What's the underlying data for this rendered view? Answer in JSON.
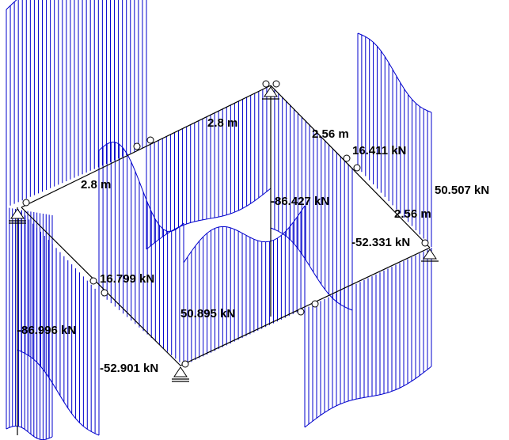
{
  "labels": {
    "dim_left_front": "2.8 m",
    "dim_left_back": "2.8 m",
    "dim_right_back": "2.56 m",
    "dim_right_front": "2.56 m",
    "force_col_left": "-86.996 kN",
    "force_col_back": "-86.427 kN",
    "force_col_right": "50.507 kN",
    "force_beam_right_back": "16.411 kN",
    "force_beam_right_front": "-52.331 kN",
    "force_beam_left_front": "16.799 kN",
    "force_beam_left_front_end": "-52.901 kN",
    "force_beam_front": "50.895 kN"
  },
  "colors": {
    "diagram": "#0000cc",
    "structure": "#000000"
  }
}
